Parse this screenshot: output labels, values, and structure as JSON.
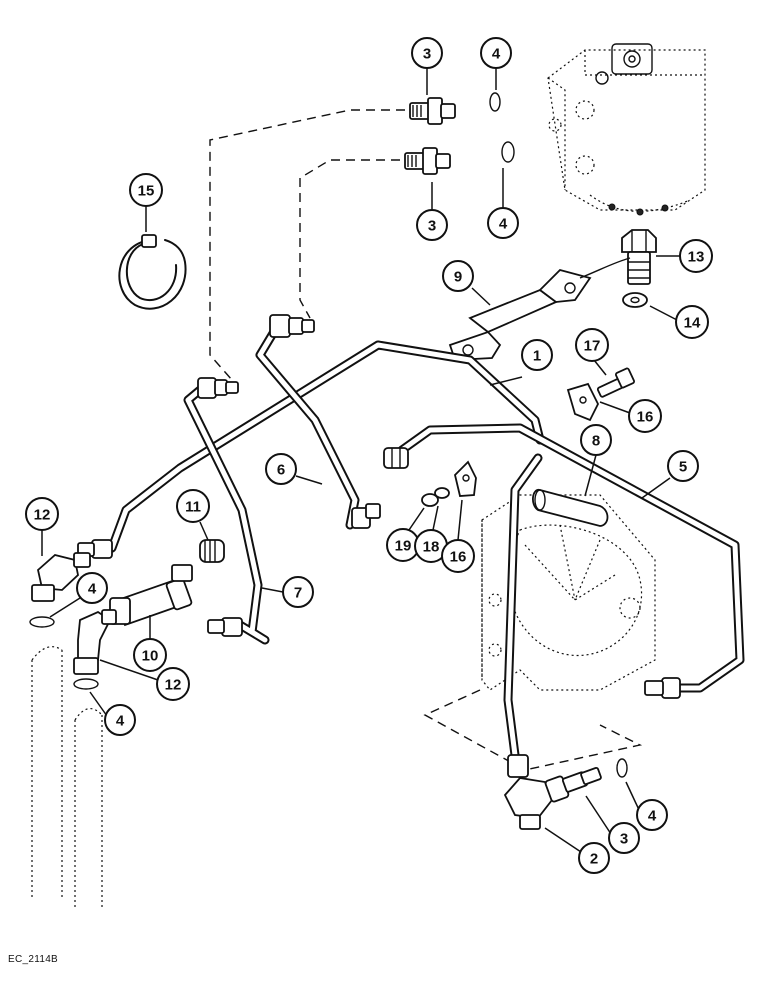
{
  "figure_code": "EC_2114B",
  "callouts": [
    {
      "id": "c3-top",
      "label": "3"
    },
    {
      "id": "c4-top",
      "label": "4"
    },
    {
      "id": "c3-mid",
      "label": "3"
    },
    {
      "id": "c4-mid",
      "label": "4"
    },
    {
      "id": "c15",
      "label": "15"
    },
    {
      "id": "c13",
      "label": "13"
    },
    {
      "id": "c9",
      "label": "9"
    },
    {
      "id": "c14",
      "label": "14"
    },
    {
      "id": "c1",
      "label": "1"
    },
    {
      "id": "c17",
      "label": "17"
    },
    {
      "id": "c16-right",
      "label": "16"
    },
    {
      "id": "c8",
      "label": "8"
    },
    {
      "id": "c5",
      "label": "5"
    },
    {
      "id": "c6",
      "label": "6"
    },
    {
      "id": "c11",
      "label": "11"
    },
    {
      "id": "c12-left",
      "label": "12"
    },
    {
      "id": "c19",
      "label": "19"
    },
    {
      "id": "c18",
      "label": "18"
    },
    {
      "id": "c16-mid",
      "label": "16"
    },
    {
      "id": "c7",
      "label": "7"
    },
    {
      "id": "c4-left",
      "label": "4"
    },
    {
      "id": "c10",
      "label": "10"
    },
    {
      "id": "c12-lower",
      "label": "12"
    },
    {
      "id": "c4-lower",
      "label": "4"
    },
    {
      "id": "c4-bottom",
      "label": "4"
    },
    {
      "id": "c3-bottom",
      "label": "3"
    },
    {
      "id": "c2",
      "label": "2"
    }
  ]
}
